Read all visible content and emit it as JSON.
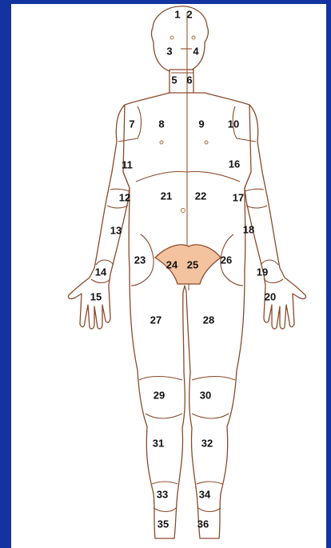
{
  "colors": {
    "background": "#1233a0",
    "panel": "#ffffff",
    "outline": "#8a4a2a",
    "shaded_region": "#f3c39f"
  },
  "shaded_regions": [
    "24",
    "25"
  ],
  "regions": [
    {
      "id": "r1",
      "label": "1"
    },
    {
      "id": "r2",
      "label": "2"
    },
    {
      "id": "r3",
      "label": "3"
    },
    {
      "id": "r4",
      "label": "4"
    },
    {
      "id": "r5",
      "label": "5"
    },
    {
      "id": "r6",
      "label": "6"
    },
    {
      "id": "r7",
      "label": "7"
    },
    {
      "id": "r8",
      "label": "8"
    },
    {
      "id": "r9",
      "label": "9"
    },
    {
      "id": "r10",
      "label": "10"
    },
    {
      "id": "r11",
      "label": "11"
    },
    {
      "id": "r12",
      "label": "12"
    },
    {
      "id": "r13",
      "label": "13"
    },
    {
      "id": "r14",
      "label": "14"
    },
    {
      "id": "r15",
      "label": "15"
    },
    {
      "id": "r16",
      "label": "16"
    },
    {
      "id": "r17",
      "label": "17"
    },
    {
      "id": "r18",
      "label": "18"
    },
    {
      "id": "r19",
      "label": "19"
    },
    {
      "id": "r20",
      "label": "20"
    },
    {
      "id": "r21",
      "label": "21"
    },
    {
      "id": "r22",
      "label": "22"
    },
    {
      "id": "r23",
      "label": "23"
    },
    {
      "id": "r24",
      "label": "24"
    },
    {
      "id": "r25",
      "label": "25"
    },
    {
      "id": "r26",
      "label": "26"
    },
    {
      "id": "r27",
      "label": "27"
    },
    {
      "id": "r28",
      "label": "28"
    },
    {
      "id": "r29",
      "label": "29"
    },
    {
      "id": "r30",
      "label": "30"
    },
    {
      "id": "r31",
      "label": "31"
    },
    {
      "id": "r32",
      "label": "32"
    },
    {
      "id": "r33",
      "label": "33"
    },
    {
      "id": "r34",
      "label": "34"
    },
    {
      "id": "r35",
      "label": "35"
    },
    {
      "id": "r36",
      "label": "36"
    }
  ]
}
